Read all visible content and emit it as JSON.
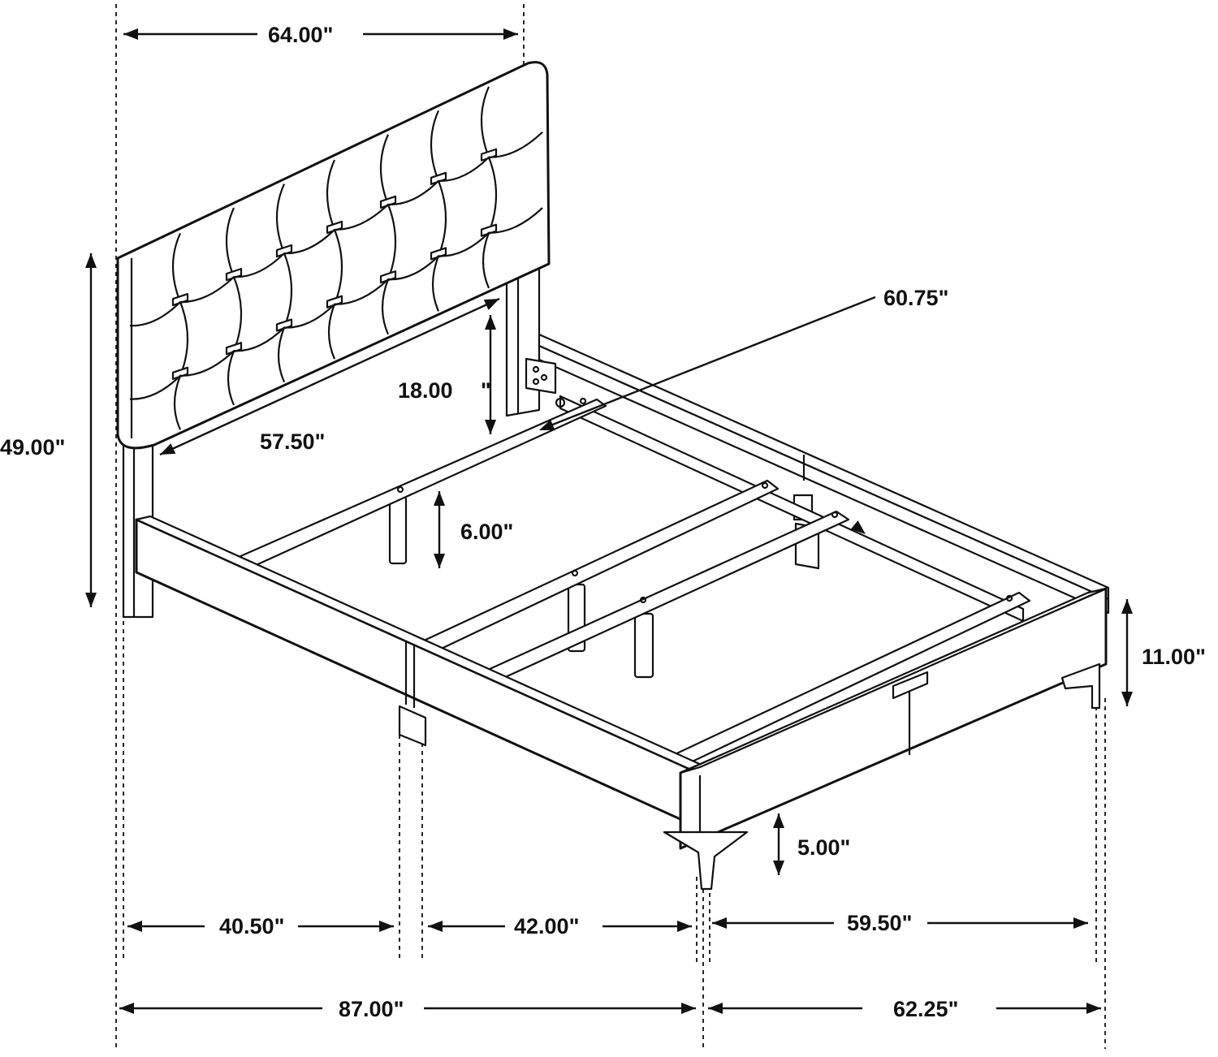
{
  "diagram": {
    "line_color": "#111111",
    "background": "#ffffff",
    "dimensions": {
      "headboard_width": "64.00\"",
      "headboard_height": "49.00\"",
      "headboard_inner_width": "57.50\"",
      "headboard_panel_height": "18.00",
      "headboard_panel_unit": "\"",
      "diagonal": "60.75\"",
      "slat_support_height": "6.00\"",
      "rail_height": "11.00\"",
      "leg_height": "5.00\"",
      "segment_head": "40.50\"",
      "segment_mid": "42.00\"",
      "footboard_width": "59.50\"",
      "overall_length": "87.00\"",
      "overall_width": "62.25\""
    }
  }
}
